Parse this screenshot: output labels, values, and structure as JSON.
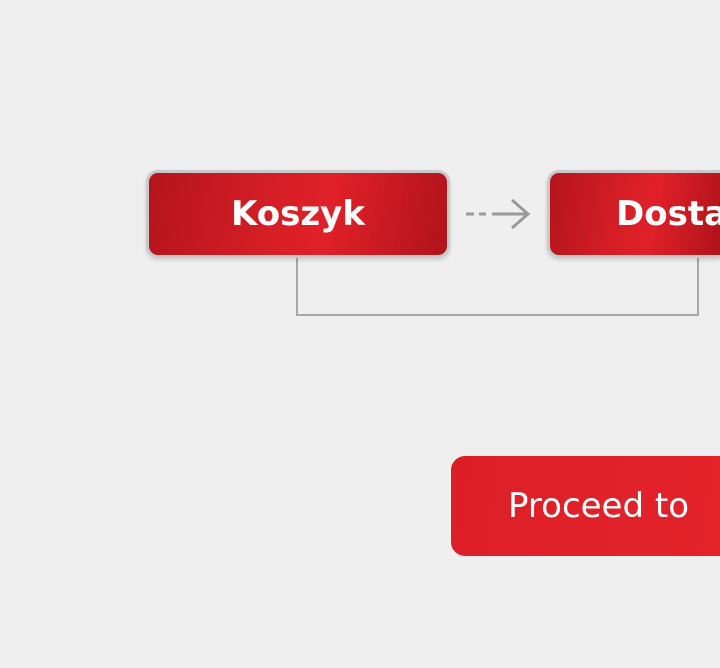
{
  "flow": {
    "steps": [
      {
        "label": "Koszyk"
      },
      {
        "label": "Dosta"
      }
    ]
  },
  "cta": {
    "label": "Proceed to"
  },
  "colors": {
    "accent": "#d81f26",
    "background": "#efefef",
    "connector": "#a8a8a8"
  }
}
